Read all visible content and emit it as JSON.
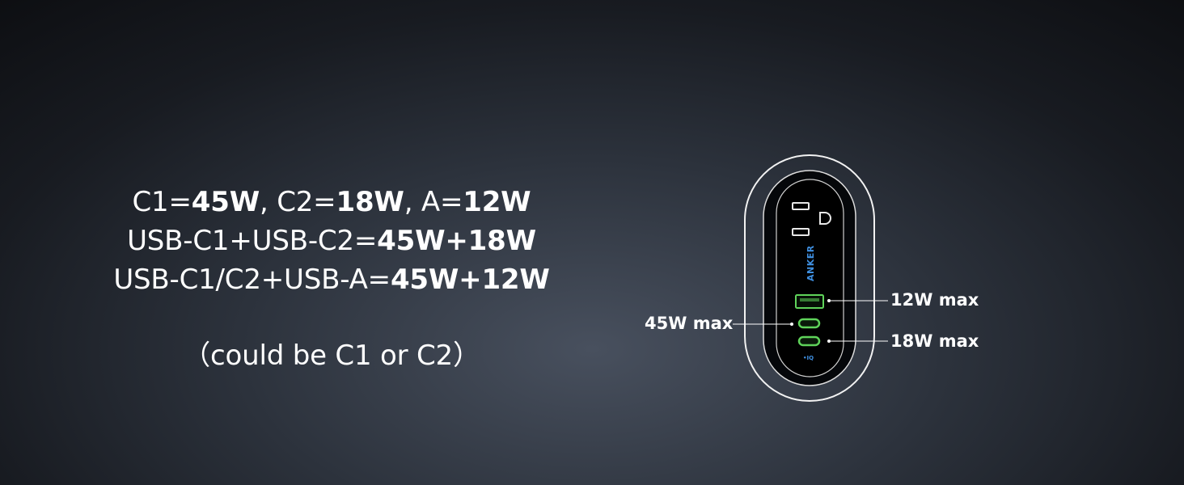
{
  "specs": {
    "line1": {
      "p1": "C1=",
      "b1": "45W",
      "p2": ", C2=",
      "b2": "18W",
      "p3": ", A=",
      "b3": "12W"
    },
    "line2": {
      "p1": "USB-C1+USB-C2=",
      "b1": "45W+18W"
    },
    "line3": {
      "p1": "USB-C1/C2+USB-A=",
      "b1": "45W+12W"
    },
    "note": "（could be C1 or C2）"
  },
  "device": {
    "brand": "ANKER",
    "iq_mark": "•IQ",
    "labels": {
      "usb_c1": "45W max",
      "usb_a": "12W max",
      "usb_c2": "18W max"
    }
  },
  "colors": {
    "port_green": "#5fd35a",
    "brand_blue": "#3f8fe0",
    "outline": "#f2f2f2"
  }
}
